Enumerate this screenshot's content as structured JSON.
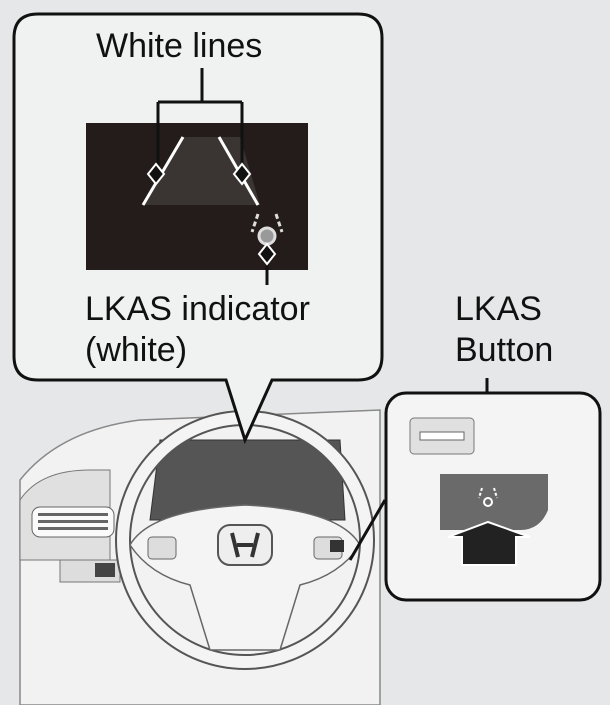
{
  "callout": {
    "white_lines_label": "White lines",
    "indicator_label_line1": "LKAS indicator",
    "indicator_label_line2": "(white)"
  },
  "inset": {
    "button_label_line1": "LKAS",
    "button_label_line2": "Button"
  },
  "icons": [
    "lkas-indicator-icon",
    "steering-wheel-logo",
    "press-arrow-icon"
  ],
  "colors": {
    "background": "#e6e7e8",
    "display": "#231c1a",
    "outline": "#111111"
  }
}
